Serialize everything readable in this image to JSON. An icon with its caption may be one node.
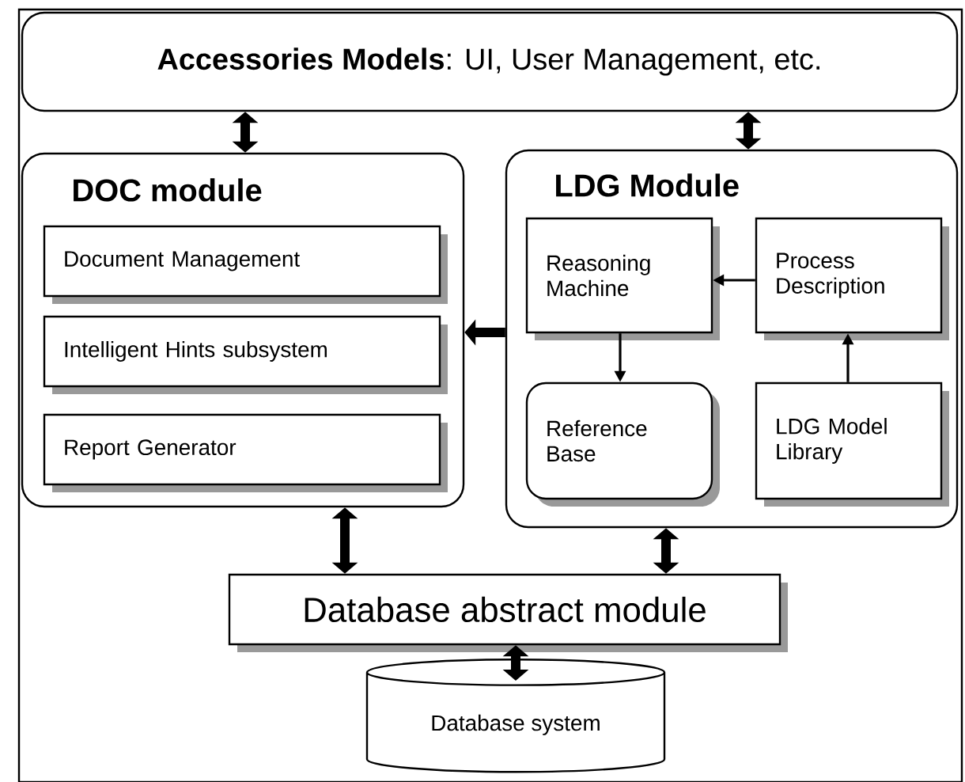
{
  "diagram": {
    "nodes": [
      {
        "text": [
          "**Accessories Models**: UI, User Management, etc."
        ]
      },
      {
        "text": [
          "DOC module"
        ]
      },
      {
        "text": [
          "Document Management"
        ],
        "in": 1
      },
      {
        "text": [
          "Intelligent Hints subsystem"
        ],
        "in": 1
      },
      {
        "text": [
          "Report Generator"
        ],
        "in": 1
      },
      {
        "text": [
          "LDG Module"
        ]
      },
      {
        "text": [
          "Reasoning Machine"
        ],
        "in": 5
      },
      {
        "text": [
          "Process Description"
        ],
        "in": 5
      },
      {
        "text": [
          "Reference Base"
        ],
        "in": 5
      },
      {
        "text": [
          "LDG Model Library"
        ],
        "in": 5
      },
      {
        "text": [
          "Database abstract module"
        ]
      },
      {
        "text": [
          "Database system"
        ]
      }
    ],
    "edges": [
      {
        "from": 0,
        "to": 1,
        "arrow": "both"
      },
      {
        "from": 0,
        "to": 5,
        "arrow": "both"
      },
      {
        "from": 5,
        "to": 1,
        "arrow": "to"
      },
      {
        "from": 7,
        "to": 6,
        "arrow": "to"
      },
      {
        "from": 6,
        "to": 8,
        "arrow": "to"
      },
      {
        "from": 9,
        "to": 7,
        "arrow": "to"
      },
      {
        "from": 1,
        "to": 10,
        "arrow": "both"
      },
      {
        "from": 5,
        "to": 10,
        "arrow": "both"
      },
      {
        "from": 10,
        "to": 11,
        "arrow": "both"
      }
    ]
  }
}
